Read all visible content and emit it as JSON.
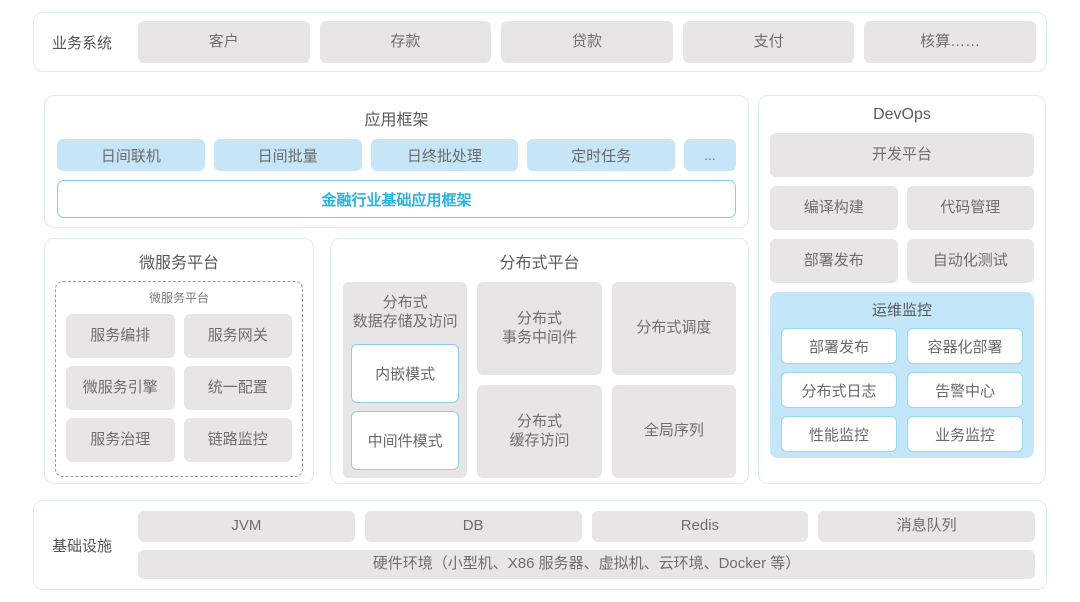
{
  "business_row": {
    "label": "业务系统",
    "items": [
      "客户",
      "存款",
      "贷款",
      "支付",
      "核算……"
    ]
  },
  "app_framework": {
    "title": "应用框架",
    "chips": [
      "日间联机",
      "日间批量",
      "日终批处理",
      "定时任务"
    ],
    "ellipsis": "...",
    "highlight_bar": "金融行业基础应用框架"
  },
  "micro_platform": {
    "title": "微服务平台",
    "inner_title": "微服务平台",
    "items": [
      "服务编排",
      "服务网关",
      "微服务引擎",
      "统一配置",
      "服务治理",
      "链路监控"
    ]
  },
  "dist_platform": {
    "title": "分布式平台",
    "col1_head": "分布式\n数据存储及访问",
    "col1_head_line1": "分布式",
    "col1_head_line2": "数据存储及访问",
    "col1_modes": [
      "内嵌模式",
      "中间件模式"
    ],
    "col2": [
      {
        "line1": "分布式",
        "line2": "事务中间件"
      },
      {
        "line1": "分布式",
        "line2": "缓存访问"
      }
    ],
    "col3": [
      {
        "line1": "分布式调度",
        "line2": ""
      },
      {
        "line1": "全局序列",
        "line2": ""
      }
    ]
  },
  "devops": {
    "title": "DevOps",
    "platform": "开发平台",
    "items": [
      "编译构建",
      "代码管理",
      "部署发布",
      "自动化测试"
    ],
    "ops_monitor": {
      "title": "运维监控",
      "items": [
        "部署发布",
        "容器化部署",
        "分布式日志",
        "告警中心",
        "性能监控",
        "业务监控"
      ]
    }
  },
  "infrastructure": {
    "label": "基础设施",
    "items": [
      "JVM",
      "DB",
      "Redis",
      "消息队列"
    ],
    "hardware": "硬件环境（小型机、X86 服务器、虚拟机、云环境、Docker 等）"
  },
  "colors": {
    "panel_border": "#d8eef4",
    "chip_gray": "#e7e6e5",
    "chip_blue": "#c6e5f6",
    "accent_cyan": "#27b4e0",
    "ops_bg": "#c3e6f8"
  }
}
